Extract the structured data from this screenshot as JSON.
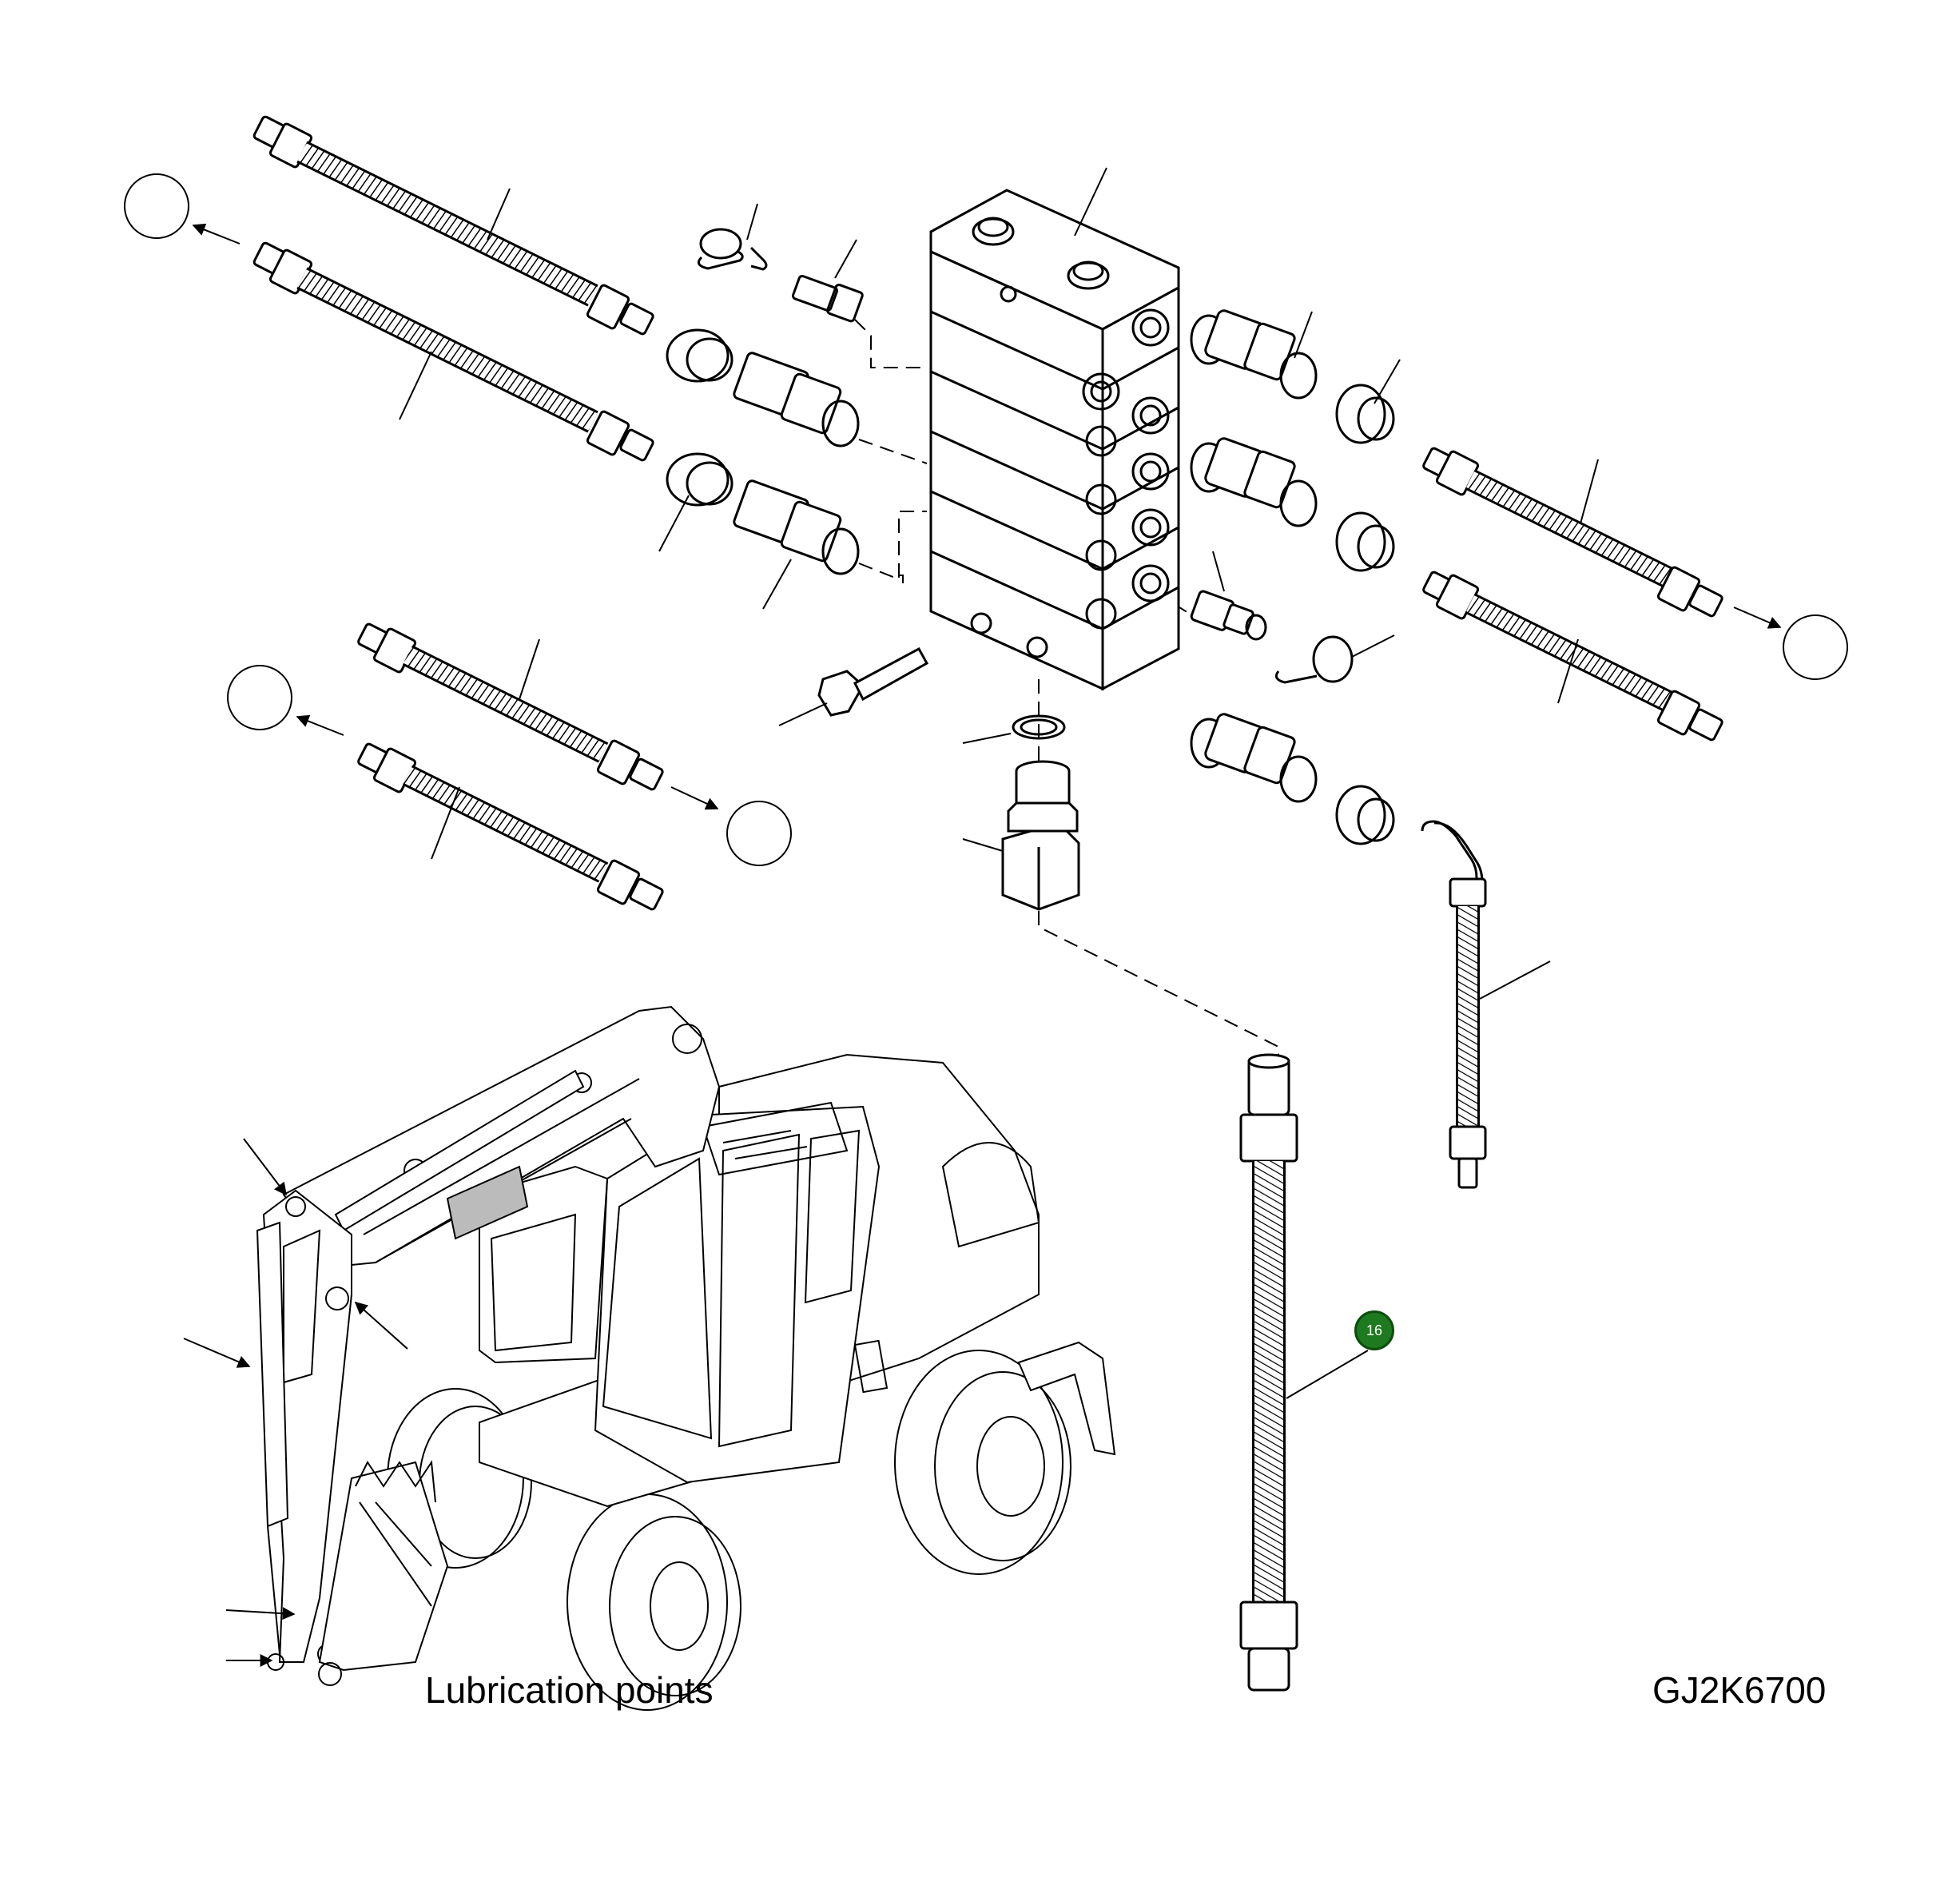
{
  "captions": {
    "left": "Lubrication points",
    "right": "GJ2K6700"
  },
  "callouts": [
    {
      "label": "16",
      "color": "#1e7a1e"
    }
  ]
}
